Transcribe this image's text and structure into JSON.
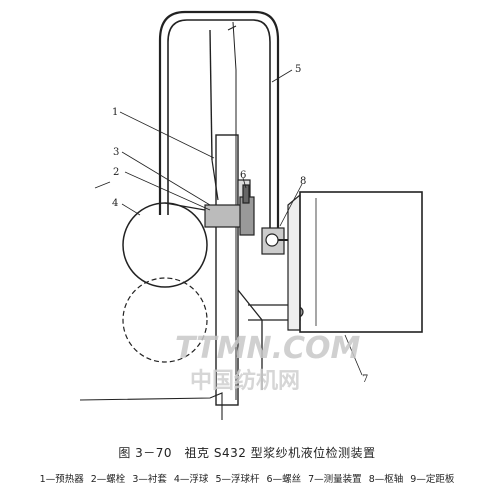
{
  "figure": {
    "caption": "图 3－70　祖克 S432 型浆纱机液位检测装置",
    "legend": [
      "1—预热器",
      "2—螺栓",
      "3—衬套",
      "4—浮球",
      "5—浮球杆",
      "6—螺丝",
      "7—测量装置",
      "8—枢轴",
      "9—定距板"
    ],
    "labels": {
      "n1": "1",
      "n2": "2",
      "n3": "3",
      "n4": "4",
      "n5": "5",
      "n6": "6",
      "n7": "7",
      "n8": "8"
    },
    "watermark": {
      "main": "TTMN.COM",
      "sub": "中国纺机网"
    }
  }
}
